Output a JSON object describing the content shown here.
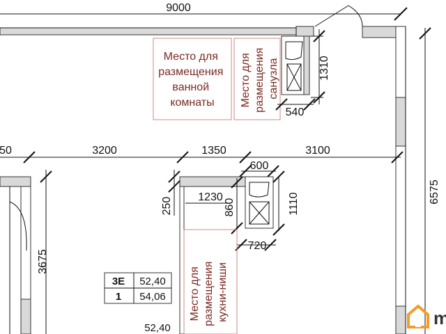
{
  "dimensions": {
    "total_width": "9000",
    "bath_depth": "1310",
    "bath_width": "540",
    "seg_left": "50",
    "seg_1": "3200",
    "seg_2": "1350",
    "seg_3": "3100",
    "kitchen_width": "600",
    "kitchen_depth_a": "1230",
    "kitchen_depth_b": "1110",
    "kitchen_depth_c": "860",
    "kitchen_width_b": "720",
    "wall_250": "250",
    "left_height": "3675",
    "right_height": "6575"
  },
  "zones": {
    "bathroom": [
      "Место для",
      "размещения",
      "ванной",
      "комнаты"
    ],
    "toilet": [
      "Место для",
      "размещения",
      "санузла"
    ],
    "kitchen": [
      "Место для",
      "размещения",
      "кухни-ниши"
    ]
  },
  "area_table": {
    "rows": [
      {
        "label": "3E",
        "value": "52,40"
      },
      {
        "label": "1",
        "value": "54,06"
      }
    ],
    "extra": "52,40"
  },
  "watermark": {
    "letter": "m",
    "color": "#f39c2b",
    "icon": "house-logo-icon"
  }
}
